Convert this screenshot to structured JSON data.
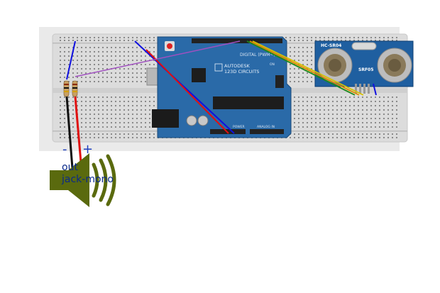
{
  "arduino": {
    "brand": "AUTODESK",
    "product": "123D CIRCUITS",
    "digital_label": "DIGITAL (PWM~)",
    "power_label": "POWER",
    "analog_label": "ANALOG IN",
    "on_label": "ON",
    "board_color": "#2a6aa8"
  },
  "sensor": {
    "model": "HC-SR04",
    "brand": "SRF05",
    "board_color": "#1f5fa0"
  },
  "speaker": {
    "label_line1": "out",
    "label_line2": "jack-mono",
    "minus_sign": "-",
    "plus_sign": "+",
    "color": "#5a6a0e"
  },
  "wires": {
    "blue": "#1010e0",
    "red": "#e01010",
    "black": "#111111",
    "purple": "#a050c0",
    "green": "#1a8a1a",
    "orange": "#e08a00",
    "yellow": "#d8c000"
  }
}
